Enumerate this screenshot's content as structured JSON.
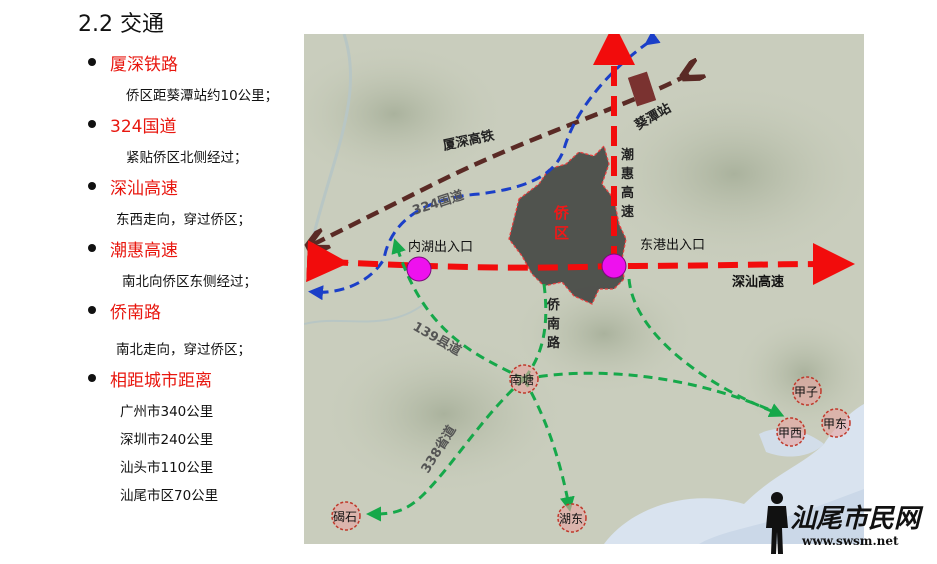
{
  "section_title": "2.2 交通",
  "items": [
    {
      "heading": "厦深铁路",
      "lines": [
        "侨区距葵潭站约10公里；"
      ]
    },
    {
      "heading": "324国道",
      "lines": [
        "紧贴侨区北侧经过；"
      ]
    },
    {
      "heading": "深汕高速",
      "lines": [
        "东西走向，穿过侨区；"
      ]
    },
    {
      "heading": "潮惠高速",
      "lines": [
        "南北向侨区东侧经过；"
      ]
    },
    {
      "heading": "侨南路",
      "lines": [
        "南北走向，穿过侨区；"
      ]
    },
    {
      "heading": "相距城市距离",
      "lines": [
        "广州市340公里",
        "深圳市240公里",
        "汕头市110公里",
        "汕尾市区70公里"
      ]
    }
  ],
  "map": {
    "labels": {
      "xiashen_rail": "厦深高铁",
      "kuitan_station": "葵潭站",
      "chaohui_expressway": "潮惠高速",
      "guodao_324": "324国道",
      "qiaoqu": "侨区",
      "neihu_entrance": "内湖出入口",
      "donggang_entrance": "东港出入口",
      "shenshan_expressway": "深汕高速",
      "qiaonan_road": "侨南路",
      "xiandao_139": "139县道",
      "shengdao_338": "338省道",
      "nantang": "南塘",
      "jiazi": "甲子",
      "jiaxi": "甲西",
      "jiadong": "甲东",
      "jieshi": "碣石",
      "hudong": "湖东"
    },
    "colors": {
      "expressway": "#f20c0c",
      "rail": "#5a2a25",
      "national_road": "#1b3fc8",
      "county_road": "#16a84a",
      "district_fill": "#3d3d3d",
      "interchange": "#ee11ee"
    }
  },
  "watermark": {
    "text": "汕尾市民网",
    "url": "www.swsm.net"
  }
}
